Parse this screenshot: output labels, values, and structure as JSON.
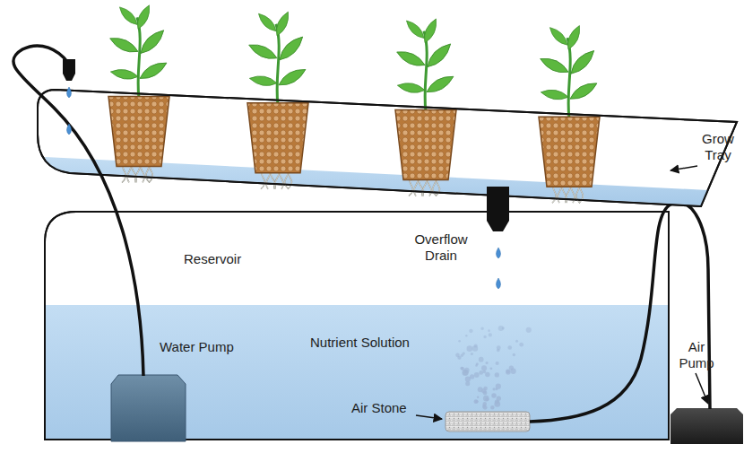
{
  "diagram": {
    "labels": [
      "Grow Tray",
      "Reservoir",
      "Overflow Drain",
      "Water Pump",
      "Nutrient Solution",
      "Air Stone",
      "Air Pump"
    ]
  }
}
